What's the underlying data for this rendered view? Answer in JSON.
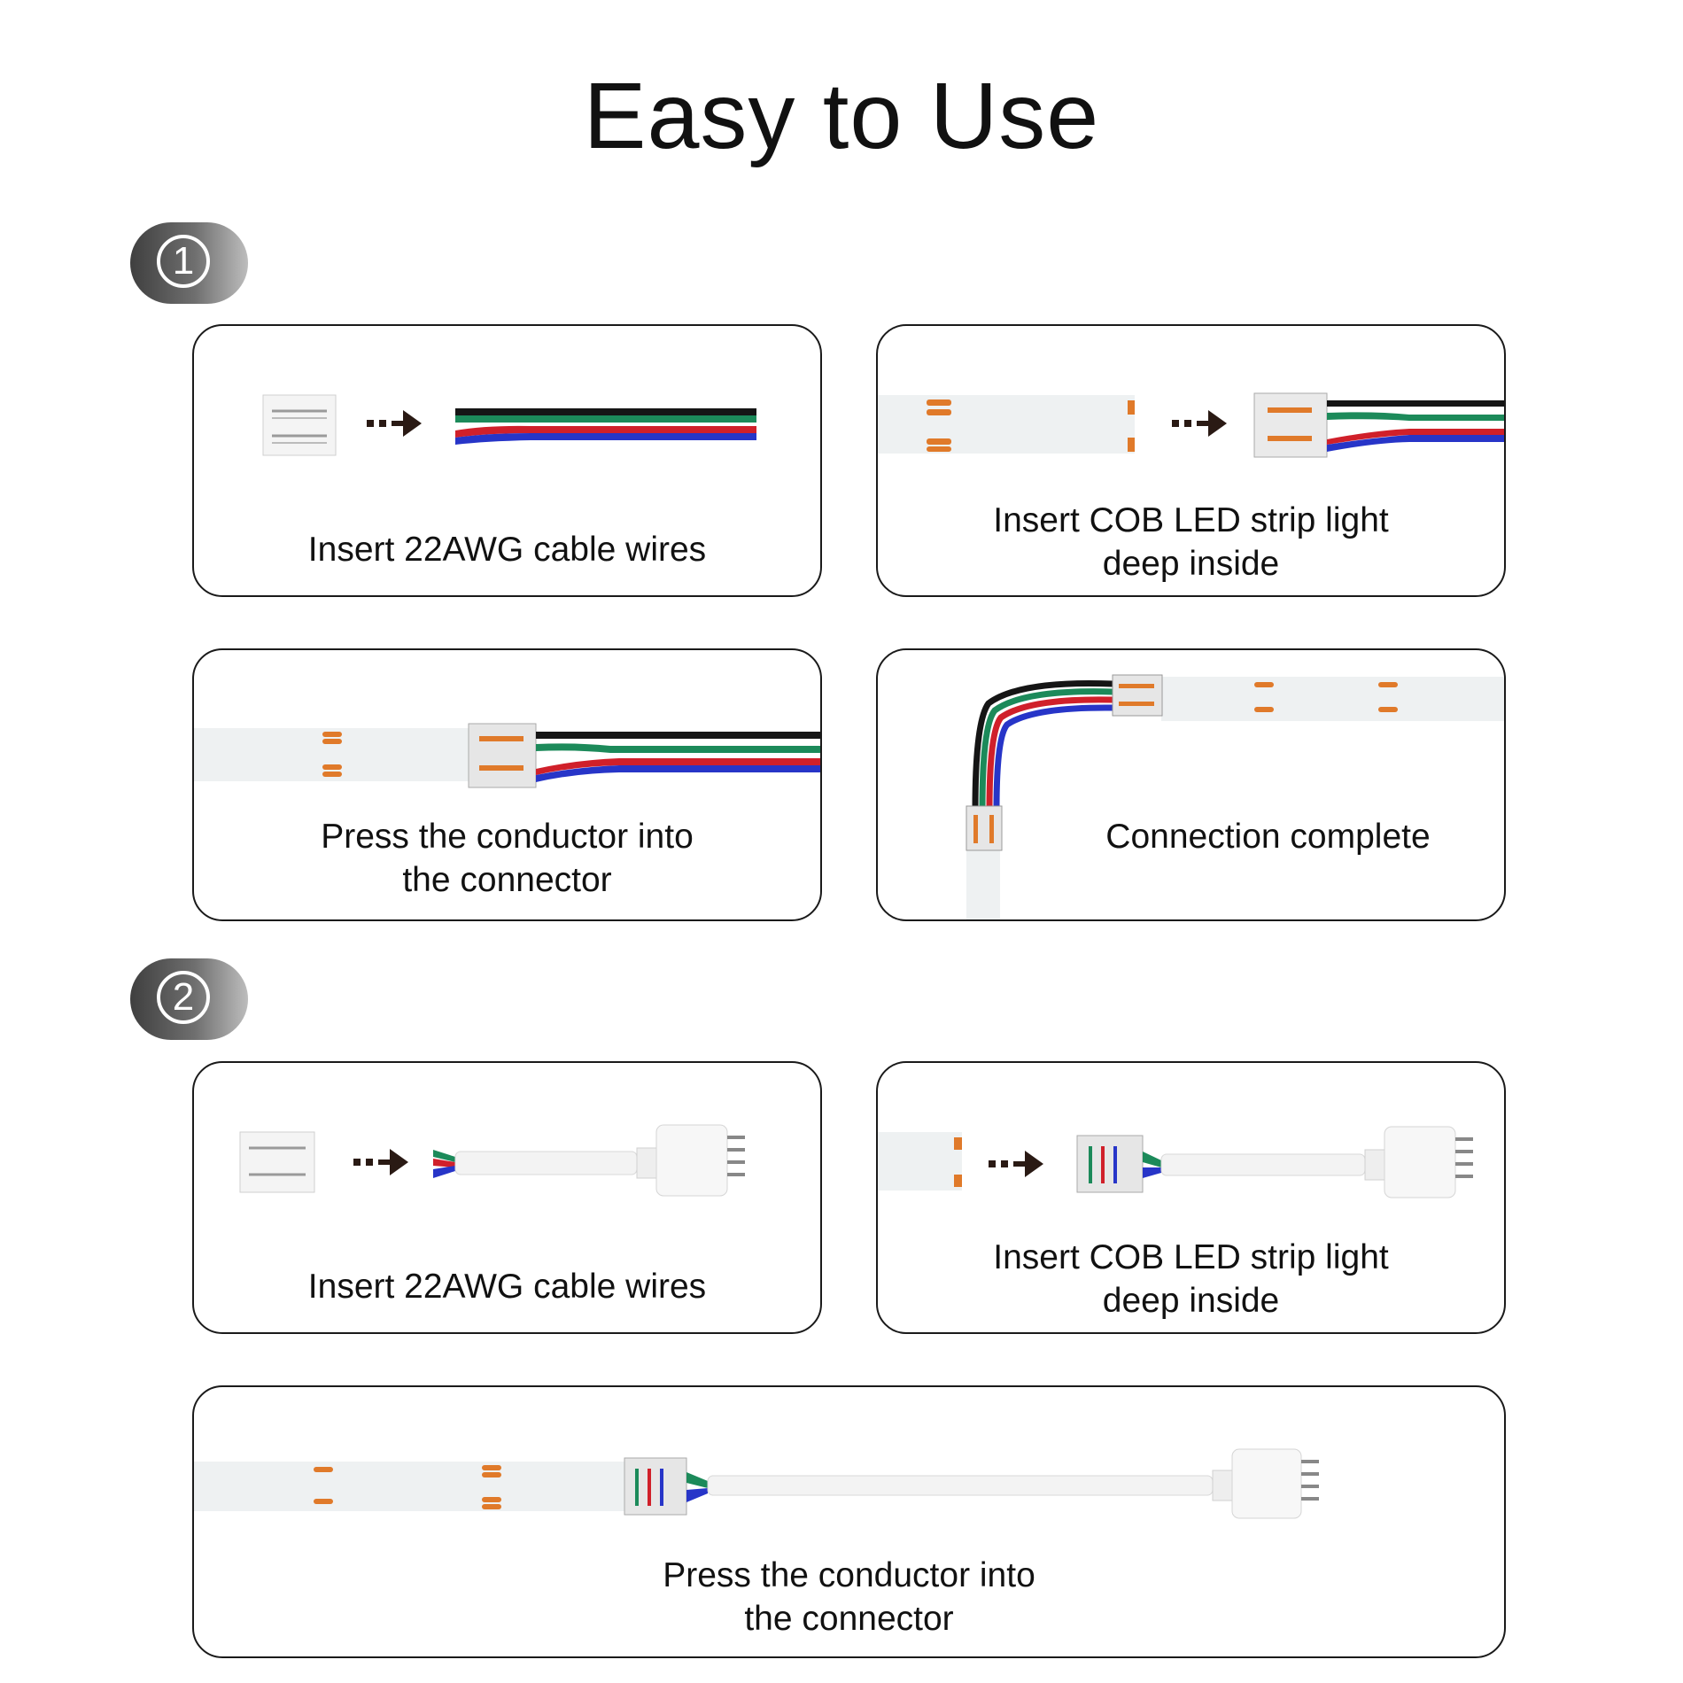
{
  "title": "Easy to Use",
  "steps": [
    {
      "badge": "1",
      "cards": [
        {
          "caption": "Insert 22AWG cable wires"
        },
        {
          "caption_line1": "Insert COB LED strip light",
          "caption_line2": "deep inside"
        },
        {
          "caption_line1": "Press the conductor into",
          "caption_line2": "the connector"
        },
        {
          "caption": "Connection complete"
        }
      ]
    },
    {
      "badge": "2",
      "cards": [
        {
          "caption": "Insert 22AWG cable wires"
        },
        {
          "caption_line1": "Insert COB LED strip light",
          "caption_line2": "deep inside"
        },
        {
          "caption_line1": "Press the conductor into",
          "caption_line2": "the connector"
        }
      ]
    }
  ],
  "colors": {
    "wire_black": "#151515",
    "wire_green": "#1c8a5a",
    "wire_red": "#d0202a",
    "wire_blue": "#2735c8",
    "strip": "#eef1f2",
    "pad": "#e07a2a",
    "arrow": "#2a1a14",
    "badge_dark": "#3f3f3f"
  },
  "icons": [
    "arrow-right-icon",
    "connector-icon",
    "led-strip-icon",
    "rgb-cable-icon",
    "plug-icon"
  ]
}
